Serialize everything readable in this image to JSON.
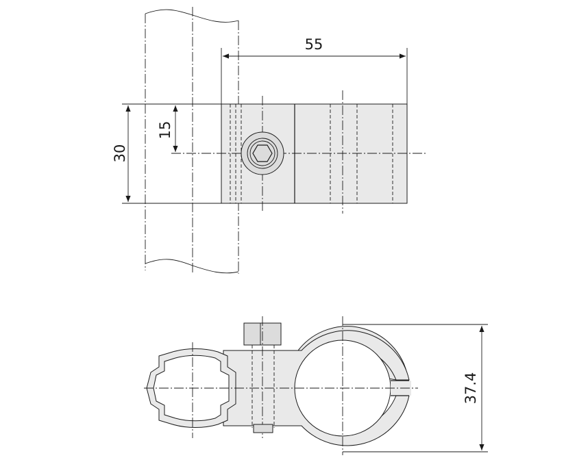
{
  "diagram": {
    "dimensions": {
      "width": "55",
      "height": "30",
      "offset": "15",
      "diameter": "37.4"
    },
    "colors": {
      "part_fill": "#e9e9e9",
      "line": "#1a1a1a",
      "background": "#ffffff"
    }
  }
}
